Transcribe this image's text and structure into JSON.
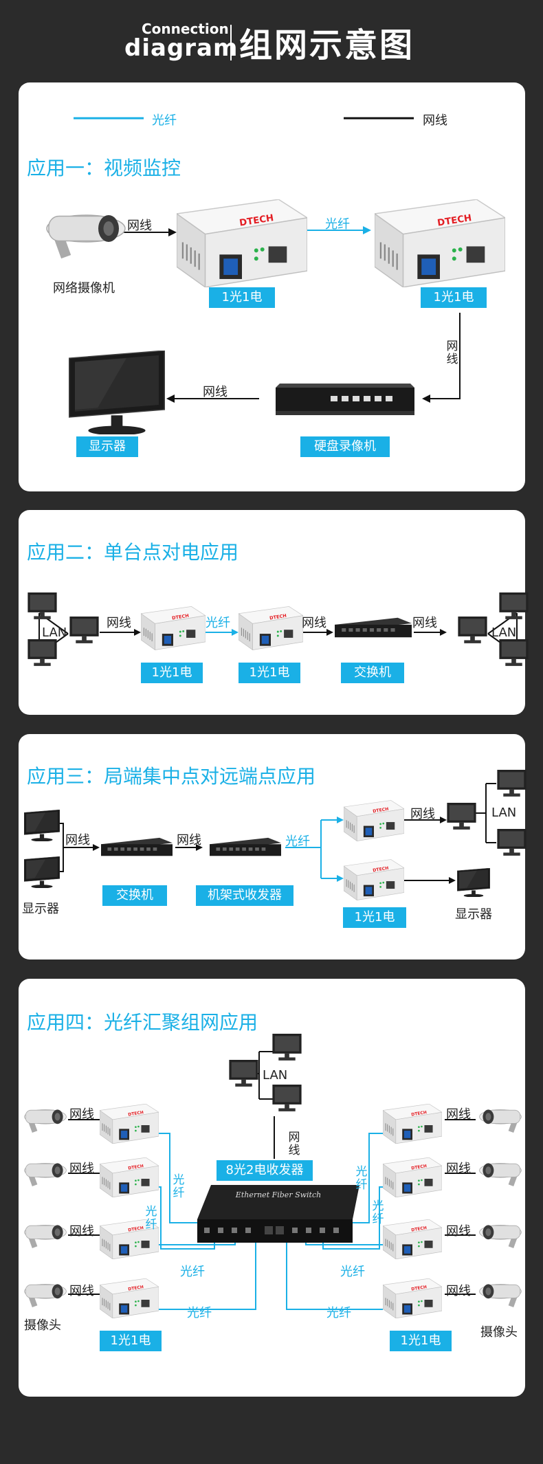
{
  "header": {
    "title_en_1": "Connection",
    "title_en_2": "diagram",
    "title_zh": "组网示意图"
  },
  "legend": {
    "fiber": "光纤",
    "cable": "网线"
  },
  "colors": {
    "accent": "#1ab0e6",
    "background": "#2b2b2b",
    "card": "#ffffff"
  },
  "labels": {
    "fiber": "光纤",
    "cable": "网线",
    "lan": "LAN",
    "converter": "1光1电",
    "ip_camera": "网络摄像机",
    "monitor": "显示器",
    "dvr": "硬盘录像机",
    "switch": "交换机",
    "rack": "机架式收发器",
    "fiber_switch": "8光2电收发器",
    "camera": "摄像头",
    "device_panel_title": "Ethernet Fiber Switch"
  },
  "sections": {
    "s1": {
      "title": "应用一：视频监控"
    },
    "s2": {
      "title": "应用二：单台点对电应用"
    },
    "s3": {
      "title": "应用三：局端集中点对远端点应用"
    },
    "s4": {
      "title": "应用四：光纤汇聚组网应用"
    }
  },
  "icons": [
    "ip-camera-icon",
    "media-converter-icon",
    "monitor-icon",
    "dvr-icon",
    "computer-icon",
    "network-switch-icon",
    "rack-converter-icon",
    "fiber-switch-icon"
  ]
}
